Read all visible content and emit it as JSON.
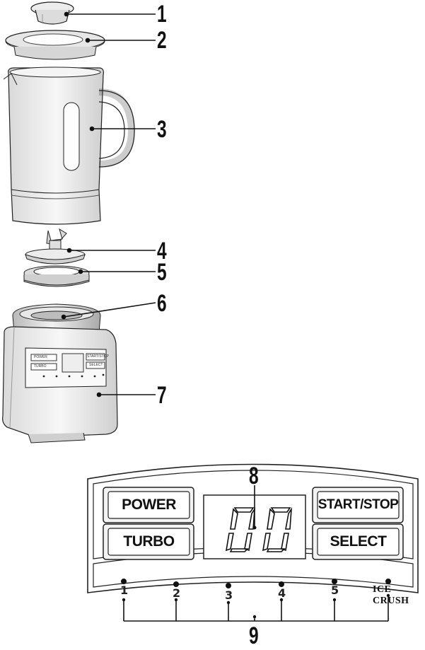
{
  "callouts": [
    "1",
    "2",
    "3",
    "4",
    "5",
    "6",
    "7",
    "8",
    "9"
  ],
  "panel": {
    "power_label": "POWER",
    "turbo_label": "TURBO",
    "start_stop_label": "START/STOP",
    "select_label": "SELECT",
    "display_value": "00",
    "speed_levels": [
      "1",
      "2",
      "3",
      "4",
      "5"
    ],
    "ice_crush_label": "ICE CRUSH"
  },
  "mini_panel": {
    "power_label": "POWER",
    "turbo_label": "TURBO",
    "start_stop_label": "START/STOP",
    "select_label": "SELECT"
  }
}
